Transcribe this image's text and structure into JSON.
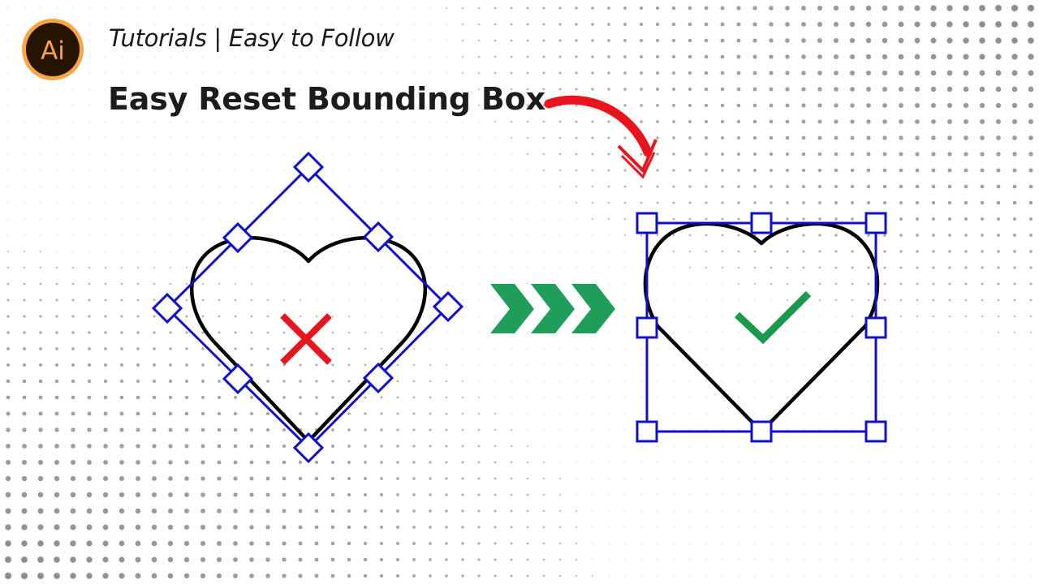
{
  "logo": {
    "text": "Ai",
    "ring_color": "#F7A643",
    "fill_color": "#261300"
  },
  "header": {
    "subtitle": "Tutorials | Easy to Follow",
    "title": "Easy Reset Bounding Box"
  },
  "colors": {
    "bounding_box": "#1010C8",
    "heart_outline": "#000000",
    "wrong_mark": "#E8151E",
    "right_mark": "#1A9A4C",
    "chevrons": "#1E9E58",
    "curved_arrow": "#E8151E"
  },
  "icons": {
    "left_status": "x-mark-icon",
    "right_status": "check-mark-icon",
    "transition": "triple-chevron-right-icon",
    "pointer": "curved-arrow-down-icon"
  }
}
